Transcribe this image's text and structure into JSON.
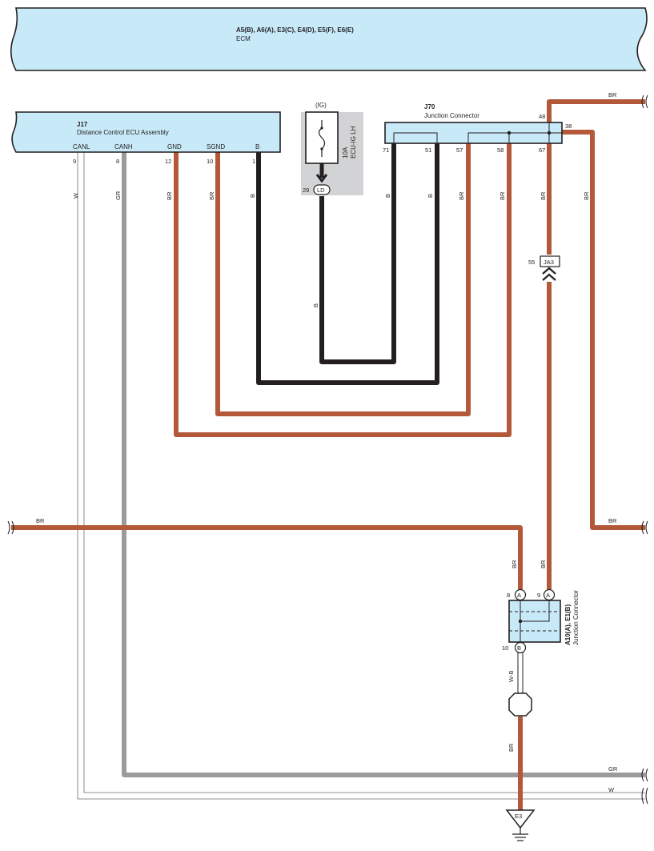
{
  "ecm": {
    "connectors": "A5(B), A6(A), E3(C), E4(D), E5(F), E6(E)",
    "name": "ECM"
  },
  "j17": {
    "code": "J17",
    "name": "Distance Control ECU Assembly",
    "pins": [
      {
        "label": "CANL",
        "num": "9",
        "color": "W"
      },
      {
        "label": "CANH",
        "num": "8",
        "color": "GR"
      },
      {
        "label": "GND",
        "num": "12",
        "color": "BR"
      },
      {
        "label": "SGND",
        "num": "10",
        "color": "BR"
      },
      {
        "label": "B",
        "num": "1",
        "color": "B"
      }
    ]
  },
  "fuse": {
    "supply": "(IG)",
    "rating": "10A",
    "name": "ECU-IG LH",
    "pin": "29",
    "connector": "LD",
    "wire": "B"
  },
  "j70": {
    "code": "J70",
    "name": "Junction Connector",
    "bottom_pins": [
      "71",
      "51",
      "57",
      "58",
      "67"
    ],
    "bottom_colors": [
      "B",
      "B",
      "BR",
      "BR",
      "BR"
    ],
    "pin_top": "48",
    "pin_right": "38",
    "right_color": "BR"
  },
  "ja3": {
    "code": "JA3",
    "pin": "55"
  },
  "top_right_wire": "BR",
  "left_wire": "BR",
  "right_wire": "BR",
  "junction": {
    "name": "A10(A), E1(B)",
    "sub": "Junction Connector",
    "pin_left": "8",
    "pin_left_conn": "A",
    "pin_right": "9",
    "pin_right_conn": "A",
    "pin_bottom": "10",
    "pin_bottom_conn": "B",
    "left_color": "BR",
    "right_color": "BR",
    "shield_wire": "W-B",
    "ground_wire": "BR"
  },
  "ground": {
    "code": "E3"
  },
  "bottom_gr": "GR",
  "bottom_w": "W"
}
